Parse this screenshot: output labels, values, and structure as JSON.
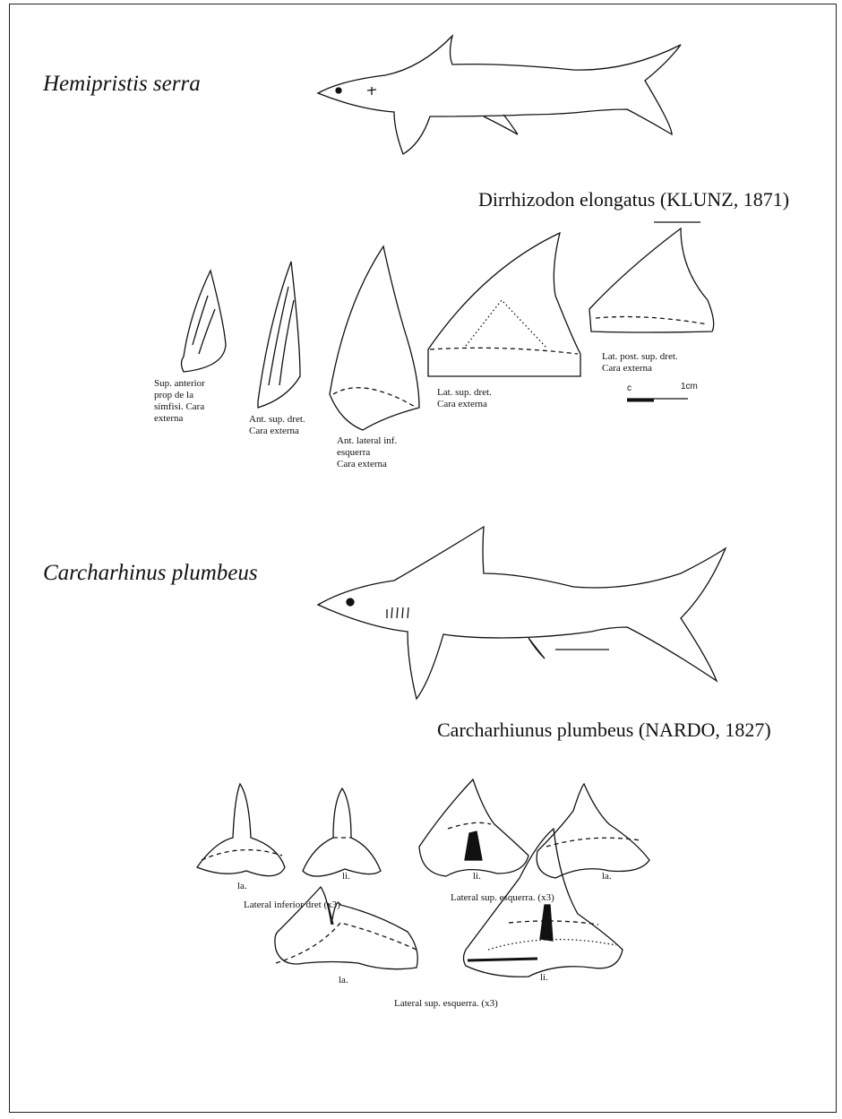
{
  "sections": [
    {
      "species": "Hemipristis serra",
      "scientific_name": "Dirrhizodon elongatus (KLUNZ, 1871)",
      "teeth": [
        {
          "caption": [
            "Sup. anterior",
            "prop de la",
            "símfisi. Cara",
            "externa"
          ]
        },
        {
          "caption": [
            "Ant. sup. dret.",
            "Cara externa"
          ]
        },
        {
          "caption": [
            "Ant. lateral inf.",
            "esquerra",
            "Cara externa"
          ]
        },
        {
          "caption": [
            "Lat. sup. dret.",
            "Cara externa"
          ]
        },
        {
          "caption": [
            "Lat. post. sup. dret.",
            "Cara externa"
          ]
        }
      ],
      "scale": {
        "left": "c",
        "right": "1cm"
      }
    },
    {
      "species": "Carcharhinus plumbeus",
      "scientific_name": "Carcharhiunus plumbeus (NARDO, 1827)",
      "row1_labels": [
        "la.",
        "li.",
        "li.",
        "la."
      ],
      "row1_captions": [
        "Lateral inferior dret (x3)",
        "Lateral sup. esquerra. (x3)"
      ],
      "row2_labels": [
        "la.",
        "li."
      ],
      "row2_caption": "Lateral sup. esquerra. (x3)"
    }
  ]
}
